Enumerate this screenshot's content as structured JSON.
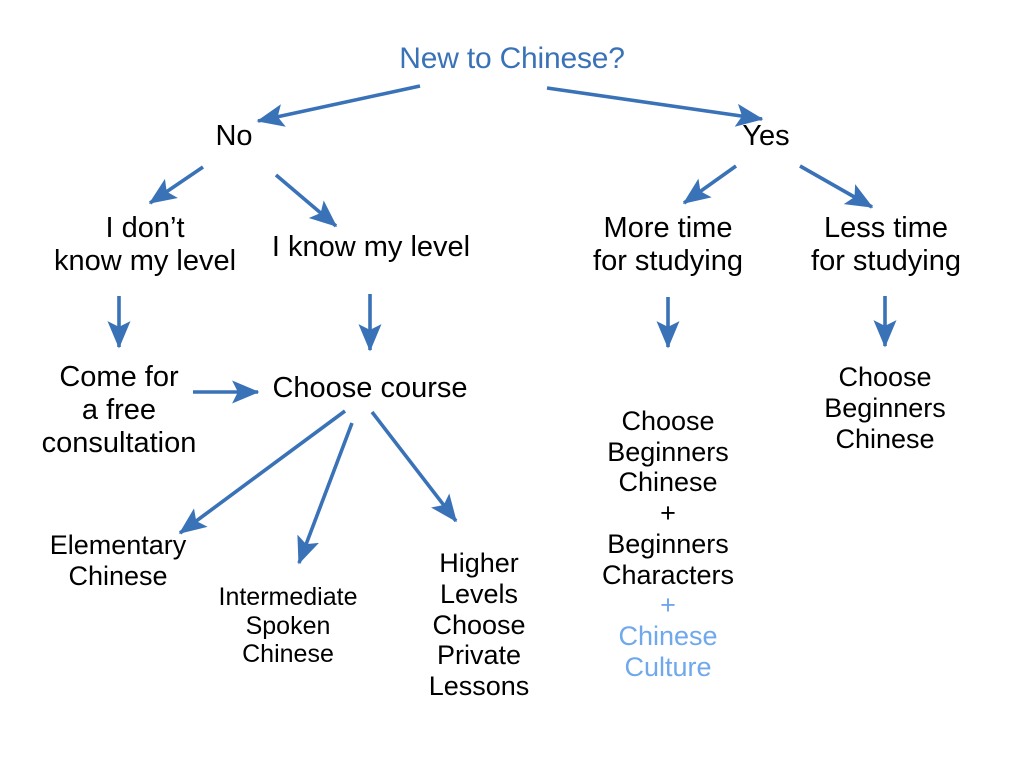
{
  "diagram": {
    "title": "New to Chinese? decision tree",
    "background_color": "#ffffff",
    "accent_color": "#3a72b8",
    "arrow_color": "#3a72b8",
    "light_accent_color": "#6fa8ec",
    "text_color": "#000000"
  },
  "nodes": {
    "root": "New to Chinese?",
    "branch_no": "No",
    "branch_yes": "Yes",
    "dont_know_level": "I don’t\nknow my level",
    "know_level": "I know my level",
    "more_time": "More time\nfor studying",
    "less_time": "Less time\nfor studying",
    "free_consultation": "Come for\na free\nconsultation",
    "choose_course": "Choose course",
    "elementary": "Elementary\nChinese",
    "intermediate": "Intermediate\nSpoken\nChinese",
    "higher_levels": "Higher\nLevels\nChoose\nPrivate\nLessons",
    "more_time_result_main": "Choose\nBeginners\nChinese\n+\nBeginners\nCharacters",
    "more_time_result_extra": "+\nChinese\nCulture",
    "less_time_result": "Choose\nBeginners\nChinese"
  },
  "edges": [
    {
      "from": "root",
      "to": "branch_no",
      "label": ""
    },
    {
      "from": "root",
      "to": "branch_yes",
      "label": ""
    },
    {
      "from": "branch_no",
      "to": "dont_know_level",
      "label": ""
    },
    {
      "from": "branch_no",
      "to": "know_level",
      "label": ""
    },
    {
      "from": "branch_yes",
      "to": "more_time",
      "label": ""
    },
    {
      "from": "branch_yes",
      "to": "less_time",
      "label": ""
    },
    {
      "from": "dont_know_level",
      "to": "free_consultation",
      "label": ""
    },
    {
      "from": "know_level",
      "to": "choose_course",
      "label": ""
    },
    {
      "from": "free_consultation",
      "to": "choose_course",
      "label": ""
    },
    {
      "from": "more_time",
      "to": "more_time_result_main",
      "label": ""
    },
    {
      "from": "less_time",
      "to": "less_time_result",
      "label": ""
    },
    {
      "from": "choose_course",
      "to": "elementary",
      "label": ""
    },
    {
      "from": "choose_course",
      "to": "intermediate",
      "label": ""
    },
    {
      "from": "choose_course",
      "to": "higher_levels",
      "label": ""
    }
  ]
}
